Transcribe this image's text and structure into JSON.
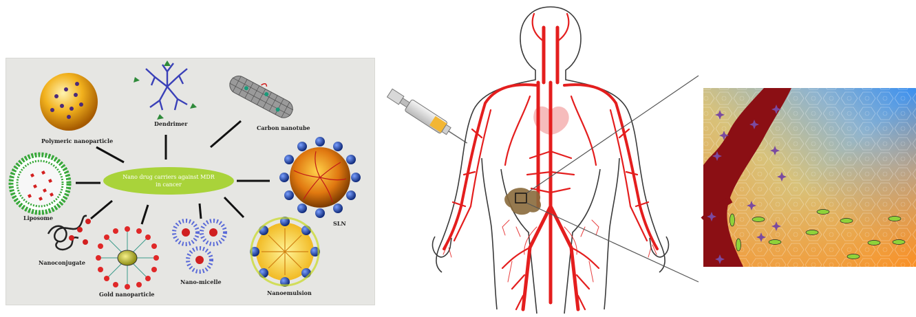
{
  "hub": {
    "line1": "Nano drug carriers against MDR",
    "line2": "in cancer"
  },
  "carriers": {
    "polymeric": "Polymeric nanoparticle",
    "dendrimer": "Dendrimer",
    "carbon_nanotube": "Carbon nanotube",
    "liposome": "Liposome",
    "sln": "SLN",
    "nanoconjugate": "Nanoconjugate",
    "gold": "Gold nanoparticle",
    "micelle": "Nano-micelle",
    "nanoemulsion": "Nanoemulsion"
  },
  "colors": {
    "vessel_red": "#e41e1e",
    "tumor_brown": "#8a6a3c",
    "tissue_red": "#8b0f14",
    "hub_green": "#a9d33a",
    "particle_blue": "#1f3f9a",
    "drug_red": "#d92020"
  }
}
